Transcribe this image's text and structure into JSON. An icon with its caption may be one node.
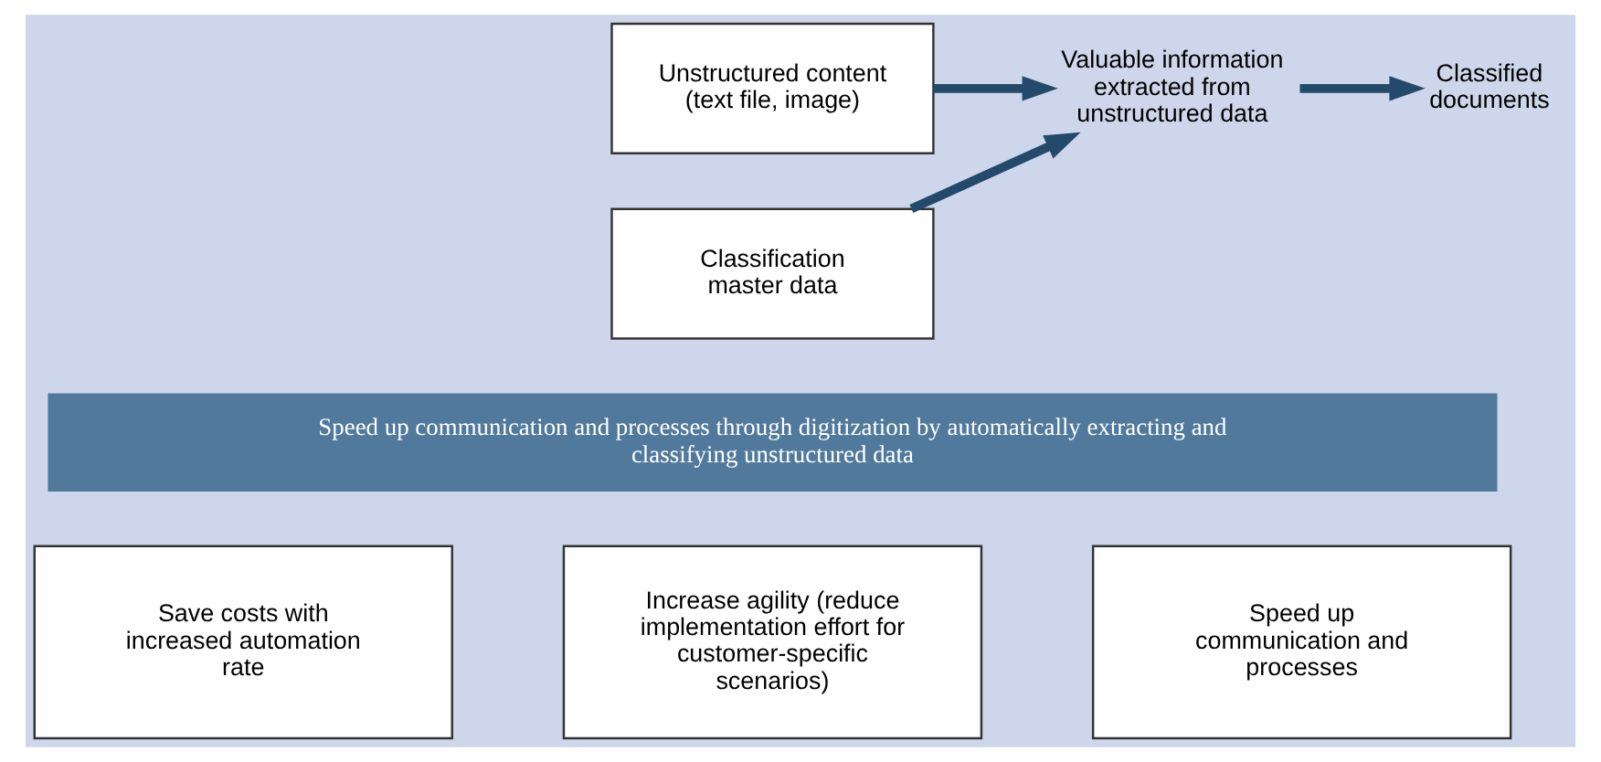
{
  "diagram": {
    "nodes": [
      {
        "text": [
          "Unstructured content (text file, image)"
        ]
      },
      {
        "text": [
          "Classification master data"
        ]
      },
      {
        "text": [
          "Valuable information extracted from unstructured data"
        ]
      },
      {
        "text": [
          "Classified documents"
        ]
      },
      {
        "text": [
          "Speed up communication and processes through digitization by automatically extracting and classifying unstructured data"
        ]
      },
      {
        "text": [
          "Save costs with increased automation rate"
        ]
      },
      {
        "text": [
          "Increase agility (reduce implementation effort for customer-specific scenarios)"
        ]
      },
      {
        "text": [
          "Speed up communication and processes"
        ]
      }
    ],
    "edges": [
      {
        "from": 0,
        "to": 2,
        "arrow": "to"
      },
      {
        "from": 1,
        "to": 2,
        "arrow": "to"
      },
      {
        "from": 2,
        "to": 3,
        "arrow": "to"
      }
    ]
  }
}
